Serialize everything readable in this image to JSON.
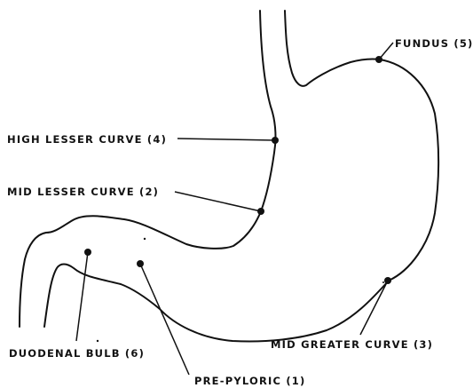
{
  "diagram": {
    "labels": {
      "fundus": "FUNDUS (5)",
      "high_lesser_curve": "HIGH LESSER CURVE (4)",
      "mid_lesser_curve": "MID LESSER CURVE (2)",
      "duodenal_bulb": "DUODENAL BULB (6)",
      "pre_pyloric": "PRE-PYLORIC (1)",
      "mid_greater_curve": "MID GREATER CURVE (3)"
    },
    "colors": {
      "line": "#111111",
      "background": "#ffffff"
    }
  }
}
